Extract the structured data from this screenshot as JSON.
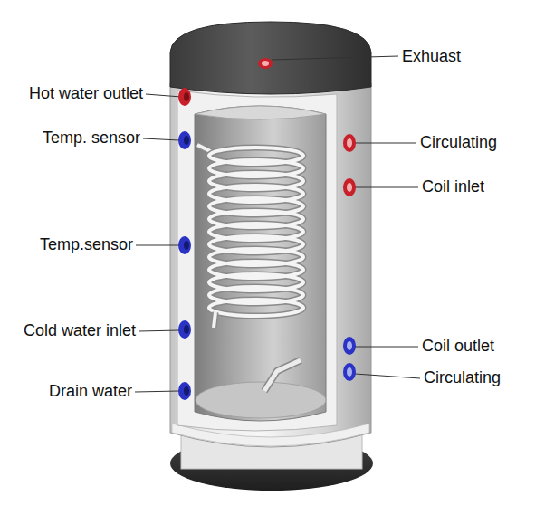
{
  "diagram": {
    "labels": [
      "Exhuast",
      "Hot water outlet",
      "Temp. sensor",
      "Circulating",
      "Coil inlet",
      "Temp.sensor",
      "Cold water inlet",
      "Coil outlet",
      "Circulating",
      "Drain water"
    ]
  }
}
